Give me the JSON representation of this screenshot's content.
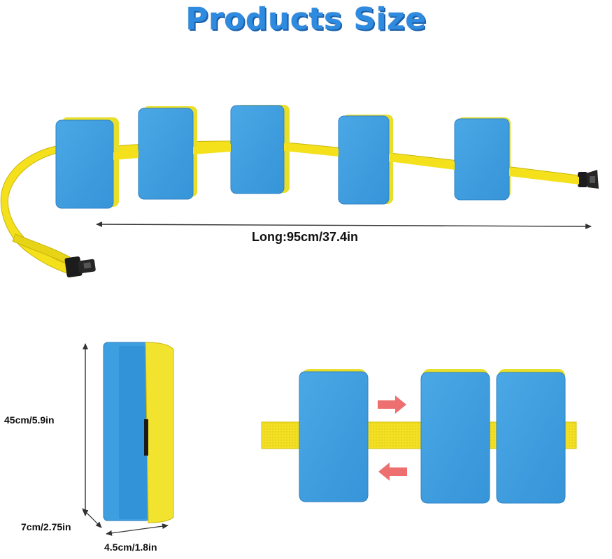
{
  "title": "Products Size",
  "dimensions": {
    "long": "Long:95cm/37.4in",
    "height": "45cm/5.9in",
    "depth": "7cm/2.75in",
    "width": "4.5cm/1.8in"
  },
  "colors": {
    "title": "#2f8be0",
    "foam_blue": "#3d9fe0",
    "foam_yellow": "#f2e32e",
    "strap_yellow": "#f4e11c",
    "buckle": "#1c1c1c",
    "arrow": "#ee6f6f"
  }
}
